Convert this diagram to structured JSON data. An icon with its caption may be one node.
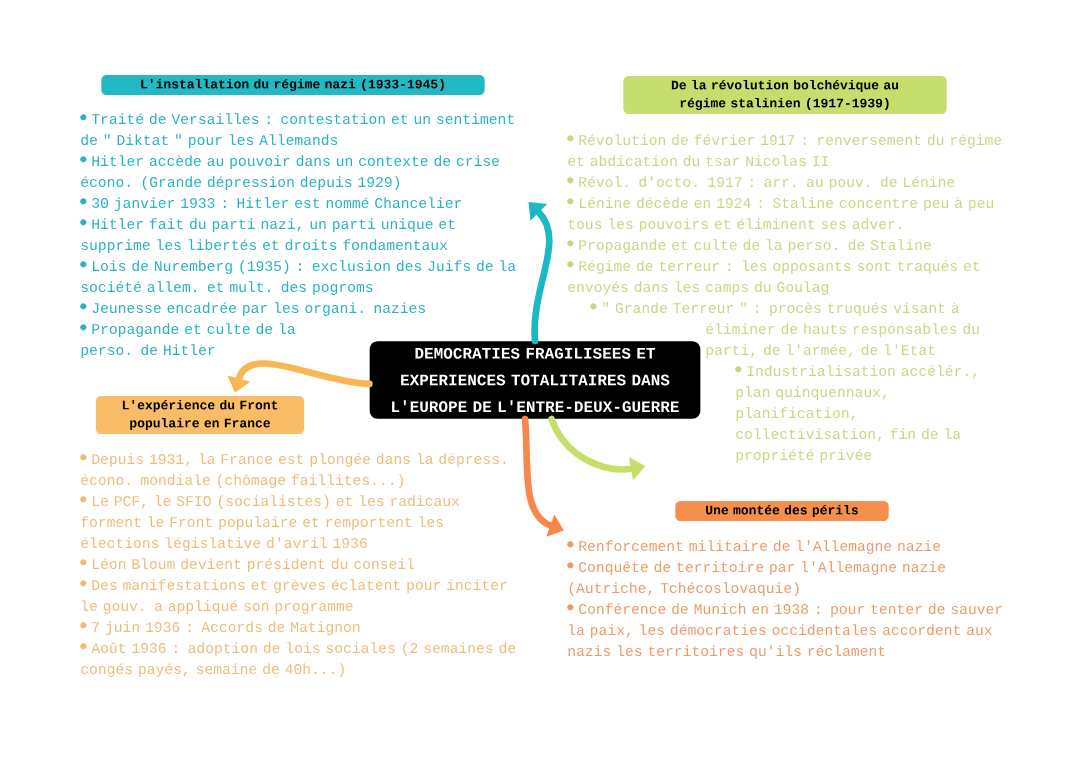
{
  "diagram": {
    "nodes": [
      {
        "text": [
          "L'installation du régime nazi (1933-1945)",
          "Traité de Versailles : contestation et un sentiment de \" Diktat \" pour les Allemands",
          "Hitler accède au pouvoir dans un contexte de crise écono. (Grande dépression depuis 1929)",
          "30 janvier 1933 : Hitler est nommé Chancelier",
          "Hitler fait du parti nazi, un parti unique et supprime les libertés et droits fondamentaux",
          "Lois de Nuremberg (1935) : exclusion des Juifs de la société allem. et mult. des pogroms",
          "Jeunesse encadrée par les organi. nazies",
          "Propagande et culte de la perso. de Hitler"
        ]
      },
      {
        "text": [
          "De la révolution bolchévique au régime stalinien (1917-1939)",
          "Révolution de février 1917 : renversement du régime et abdication du tsar Nicolas II",
          "Révol. d'octo. 1917 : arr. au pouv. de Lénine",
          "Lénine décède en 1924 : Staline concentre peu à peu tous les pouvoirs et éliminent ses adver.",
          "Propagande et culte de la perso. de Staline",
          "Régime de terreur : les opposants sont traqués et envoyés dans les camps du Goulag",
          "\" Grande Terreur \" : procès truqués visant à éliminer de hauts responsables du parti, de l'armée, de l'Etat",
          "Industrialisation accélér., plan quinquennaux, planification, collectivisation, fin de la propriété privée"
        ]
      },
      {
        "text": [
          "DEMOCRATIES FRAGILISEES ET EXPERIENCES TOTALITAIRES DANS L'EUROPE DE L'ENTRE-DEUX-GUERRE"
        ]
      },
      {
        "text": [
          "L'expérience du Front populaire en France",
          "Depuis 1931, la France est plongée dans la dépress. écono. mondiale (chômage faillites...)",
          "Le PCF, le SFIO (socialistes) et les radicaux forment le Front populaire et remportent les élections législative d'avril 1936",
          "Léon Bloum devient président du conseil",
          "Des manifestations et grèves éclatent pour inciter le gouv. a appliqué son programme",
          "7 juin 1936 : Accords de Matignon",
          "Août 1936 : adoption de lois sociales (2 semaines de congés payés, semaine de 40h...)"
        ]
      },
      {
        "text": [
          "Une montée des périls",
          "Renforcement militaire de l'Allemagne nazie",
          "Conquête de territoire par l'Allemagne nazie (Autriche, Tchécoslovaquie)",
          "Conférence de Munich en 1938 : pour tenter de sauver la paix, les démocraties occidentales accordent aux nazis les territoires qu'ils réclament"
        ]
      }
    ],
    "edges": [
      {
        "from": 2,
        "to": 0,
        "arrow": "to",
        "color": "#1bb8c6"
      },
      {
        "from": 2,
        "to": 1,
        "arrow": "to",
        "color": "#c6df68"
      },
      {
        "from": 2,
        "to": 3,
        "arrow": "to",
        "color": "#fbb654"
      },
      {
        "from": 2,
        "to": 4,
        "arrow": "to",
        "color": "#f7874a"
      }
    ]
  }
}
